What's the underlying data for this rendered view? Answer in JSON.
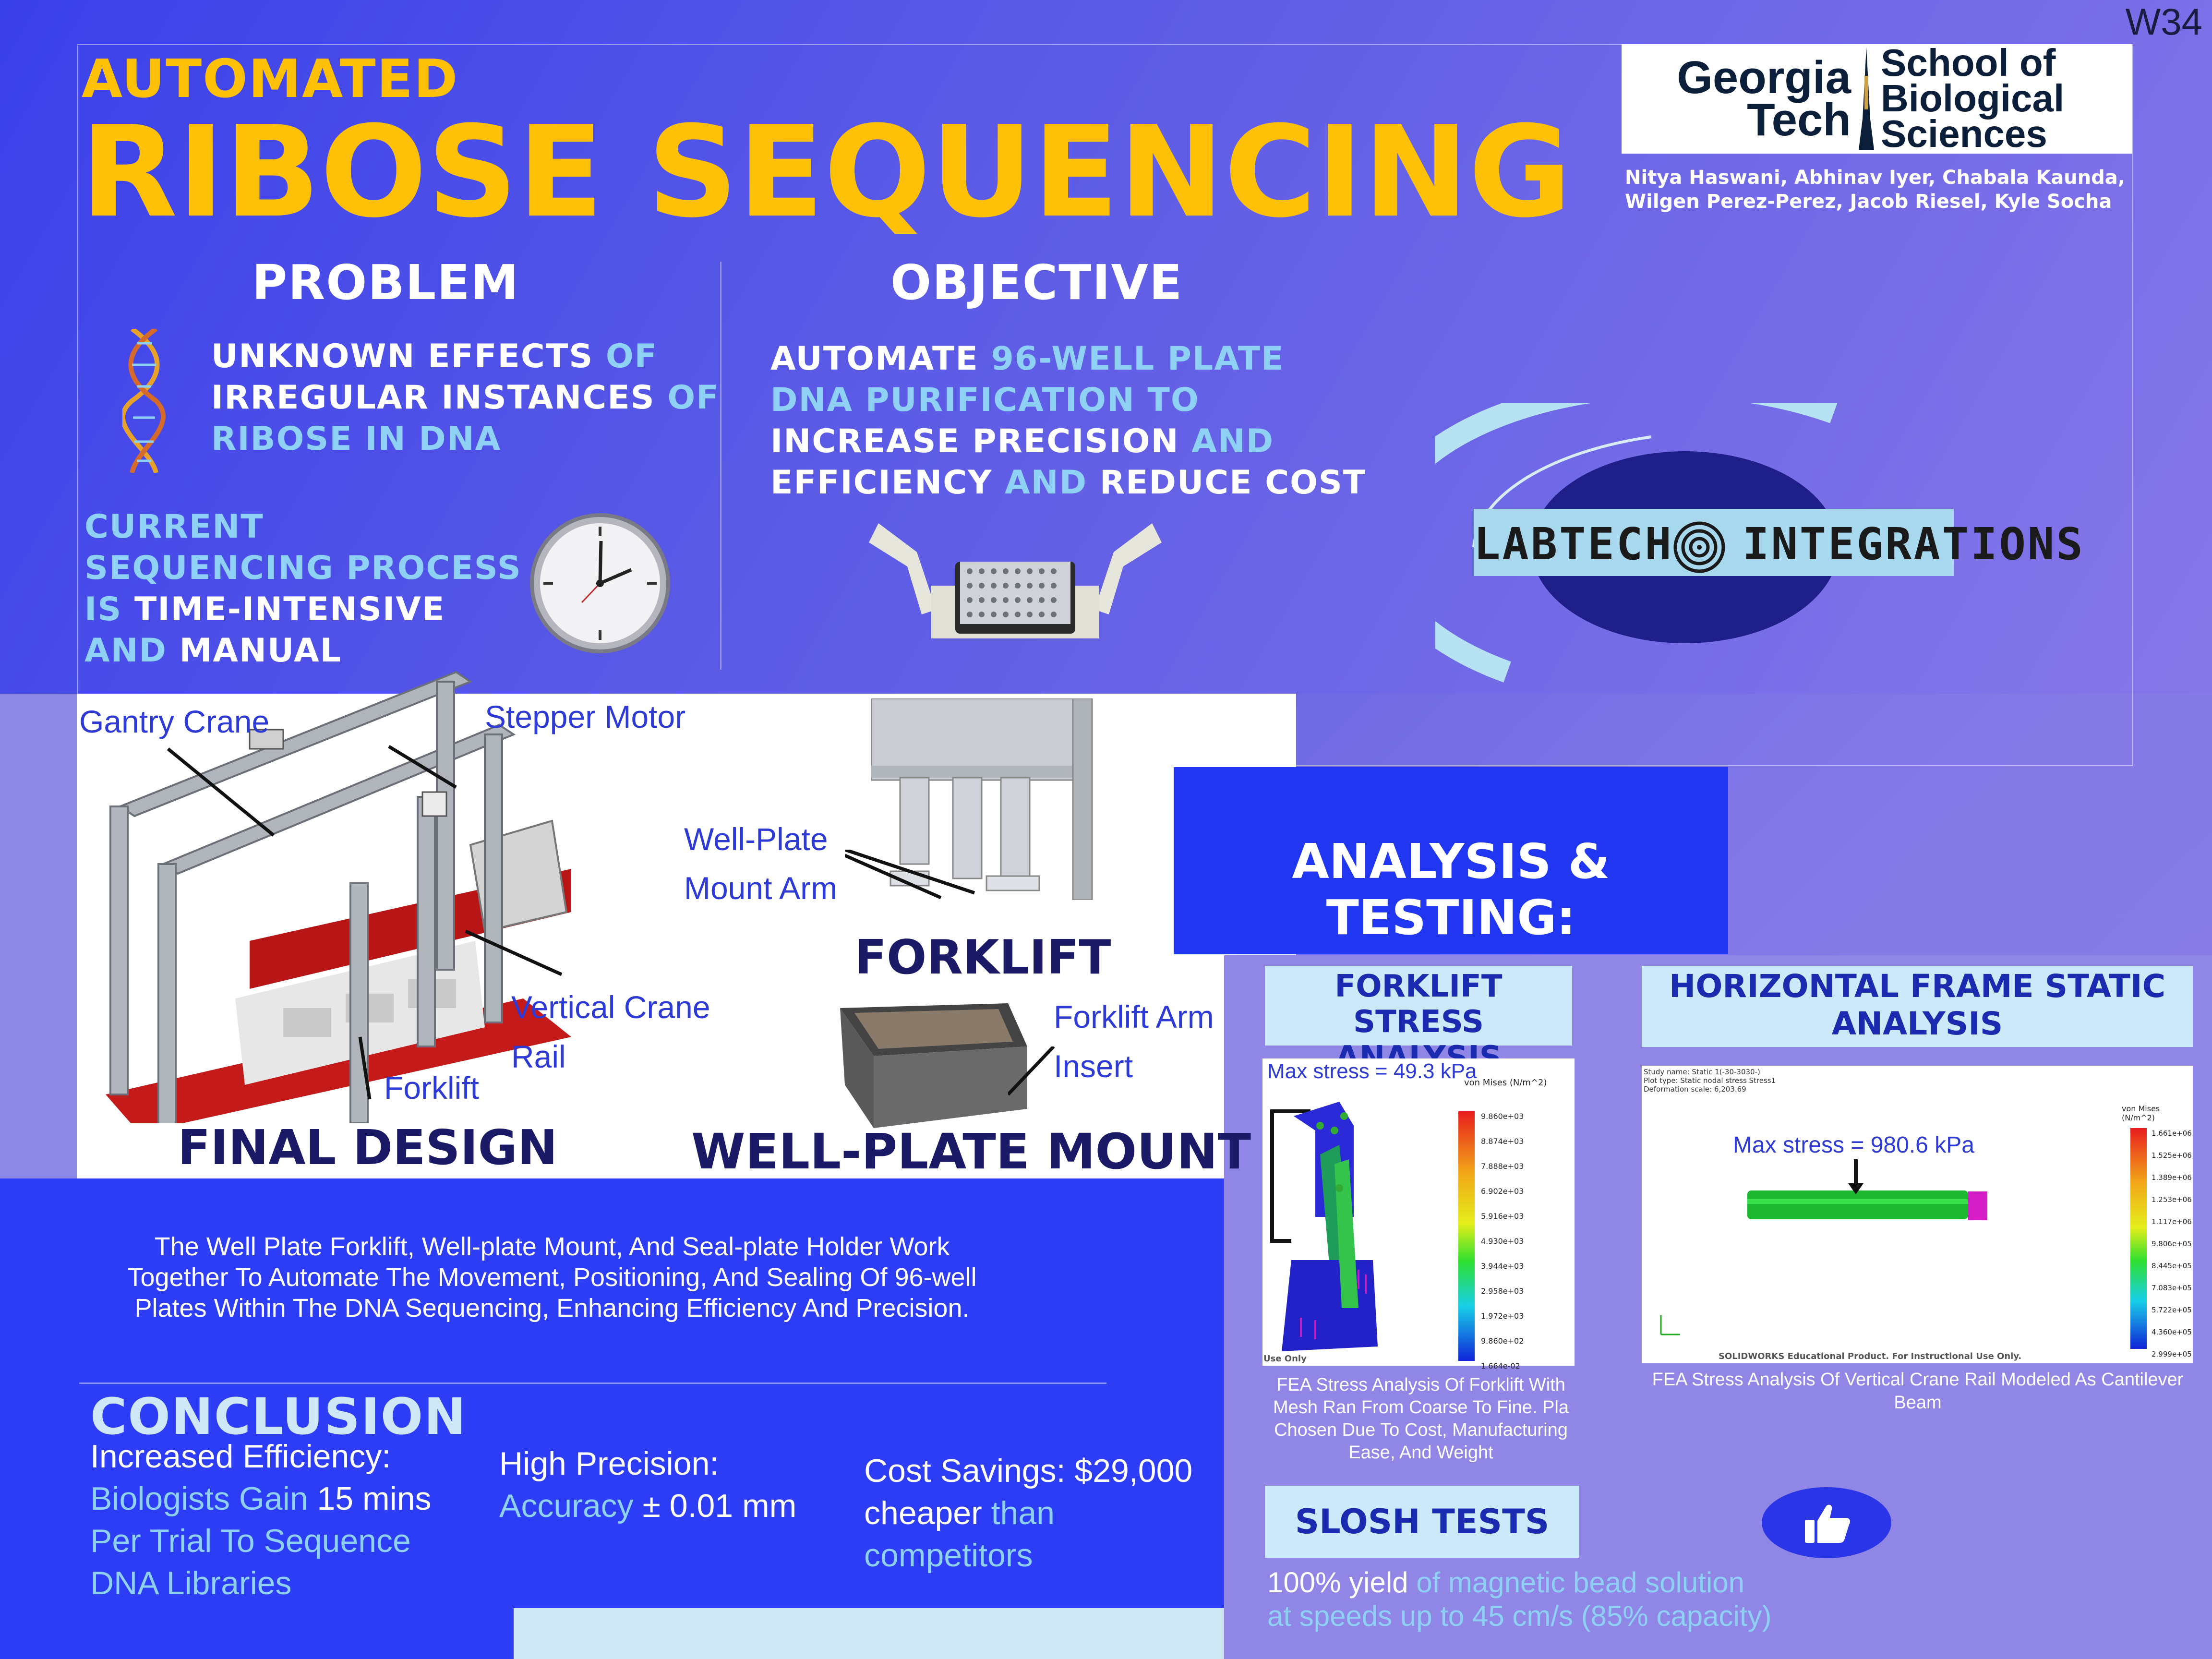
{
  "corner_code": "W34",
  "title": {
    "kicker": "AUTOMATED",
    "main": "RIBOSE SEQUENCING"
  },
  "logo": {
    "left": "Georgia Tech",
    "right": "School of Biological Sciences"
  },
  "authors": "Nitya Haswani, Abhinav Iyer, Chabala Kaunda, Wilgen Perez-Perez, Jacob Riesel, Kyle Socha",
  "problem": {
    "heading": "PROBLEM",
    "line1": [
      {
        "t": "UNKNOWN EFFECTS ",
        "c": "w"
      },
      {
        "t": "OF",
        "c": "lb"
      }
    ],
    "line2": [
      {
        "t": "IRREGULAR INSTANCES ",
        "c": "w"
      },
      {
        "t": "OF",
        "c": "lb"
      }
    ],
    "line3": [
      {
        "t": "RIBOSE IN DNA",
        "c": "lb"
      }
    ],
    "current1": "CURRENT",
    "current2": "SEQUENCING PROCESS",
    "current3a": "IS ",
    "current3b": "TIME-INTENSIVE",
    "current4a": "AND ",
    "current4b": "MANUAL"
  },
  "objective": {
    "heading": "OBJECTIVE",
    "l1a": "AUTOMATE ",
    "l1b": "96-WELL PLATE",
    "l2": "DNA PURIFICATION TO",
    "l3a": "INCREASE PRECISION ",
    "l3b": "AND",
    "l4a": "EFFICIENCY ",
    "l4b": "AND ",
    "l4c": "REDUCE COST"
  },
  "brand": {
    "left": "LABTECH",
    "right": "INTEGRATIONS"
  },
  "design": {
    "gantry_crane": "Gantry Crane",
    "stepper_motor": "Stepper Motor",
    "vertical_crane_1": "Vertical Crane",
    "vertical_crane_2": "Rail",
    "forklift_label": "Forklift",
    "final_design": "FINAL DESIGN",
    "well_plate_arm_1": "Well-Plate",
    "well_plate_arm_2": "Mount Arm",
    "forklift_title": "FORKLIFT",
    "forklift_arm_1": "Forklift Arm",
    "forklift_arm_2": "Insert",
    "mount_title": "WELL-PLATE MOUNT"
  },
  "description": "The Well Plate Forklift, Well-plate Mount, And Seal-plate Holder Work Together To Automate The Movement, Positioning, And Sealing Of 96-well Plates Within The DNA Sequencing, Enhancing Efficiency And Precision.",
  "conclusion": {
    "heading": "CONCLUSION",
    "eff_title": "Increased Efficiency:",
    "eff_l1a": "Biologists Gain ",
    "eff_l1b": "15 mins",
    "eff_l2": "Per Trial To Sequence",
    "eff_l3": "DNA Libraries",
    "prec_title": "High Precision:",
    "prec_a": "Accuracy ",
    "prec_b": "± 0.01 mm",
    "cost_l1": "Cost Savings: $29,000",
    "cost_l2a": "cheaper ",
    "cost_l2b": "than",
    "cost_l3": "competitors"
  },
  "analysis": {
    "heading": "ANALYSIS & TESTING:",
    "forklift_box": "FORKLIFT STRESS ANALYSIS",
    "forklift_max": "Max stress = 49.3 kPa",
    "forklift_caption": "FEA Stress Analysis Of Forklift With Mesh Ran From Coarse To Fine. Pla Chosen Due To Cost, Manufacturing Ease, And Weight",
    "frame_box": "HORIZONTAL FRAME STATIC ANALYSIS",
    "frame_max": "Max stress = 980.6 kPa",
    "frame_caption": "FEA Stress Analysis Of Vertical Crane Rail Modeled As Cantilever Beam",
    "slosh_box": "SLOSH TESTS",
    "slosh_l1a": "100% yield ",
    "slosh_l1b": "of magnetic bead solution",
    "slosh_l2": "at speeds up to 45 cm/s (85% capacity)"
  },
  "fea_forklift": {
    "legend_title": "von Mises (N/m^2)",
    "ticks": [
      "9.860e+03",
      "8.874e+03",
      "7.888e+03",
      "6.902e+03",
      "5.916e+03",
      "4.930e+03",
      "3.944e+03",
      "2.958e+03",
      "1.972e+03",
      "9.860e+02",
      "1.664e-02"
    ],
    "footer": "Use Only"
  },
  "fea_frame": {
    "study": "Study name: Static 1(-30-3030-)",
    "plot": "Plot type: Static nodal stress Stress1",
    "deform": "Deformation scale: 6,203.69",
    "legend_title": "von Mises (N/m^2)",
    "ticks": [
      "1.661e+06",
      "1.525e+06",
      "1.389e+06",
      "1.253e+06",
      "1.117e+06",
      "9.806e+05",
      "8.445e+05",
      "7.083e+05",
      "5.722e+05",
      "4.360e+05",
      "2.999e+05"
    ],
    "footer": "SOLIDWORKS Educational Product. For Instructional Use Only."
  }
}
